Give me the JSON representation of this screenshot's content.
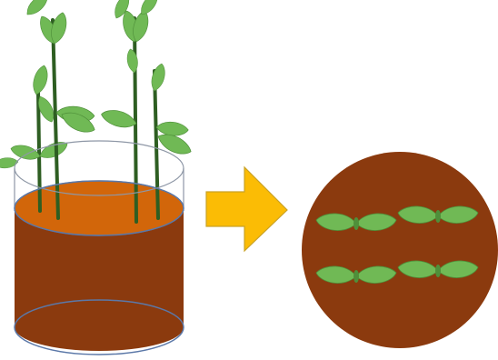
{
  "colors": {
    "background": "#ffffff",
    "soil_body": "#8B3A0E",
    "soil_surface": "#D2660A",
    "soil_disc": "#8B3A0E",
    "glass_outline": "#8E97A6",
    "rim_outline": "#5B78A8",
    "leaf_fill": "#70B955",
    "leaf_edge": "#4F8F3A",
    "stem": "#2E5E22",
    "arrow_fill": "#FBBC05",
    "arrow_edge": "#C9A227"
  },
  "icons": {
    "pot": "potted-plants-icon",
    "arrow": "right-arrow-icon",
    "view": "top-view-soil-disc-icon"
  },
  "diagram": {
    "left_panel": "side-view-pot-with-plants",
    "connector": "arrow-right",
    "right_panel": "top-view-seedlings-in-soil",
    "plant_count_side_view": 4,
    "seedling_count_top_view": 4
  }
}
